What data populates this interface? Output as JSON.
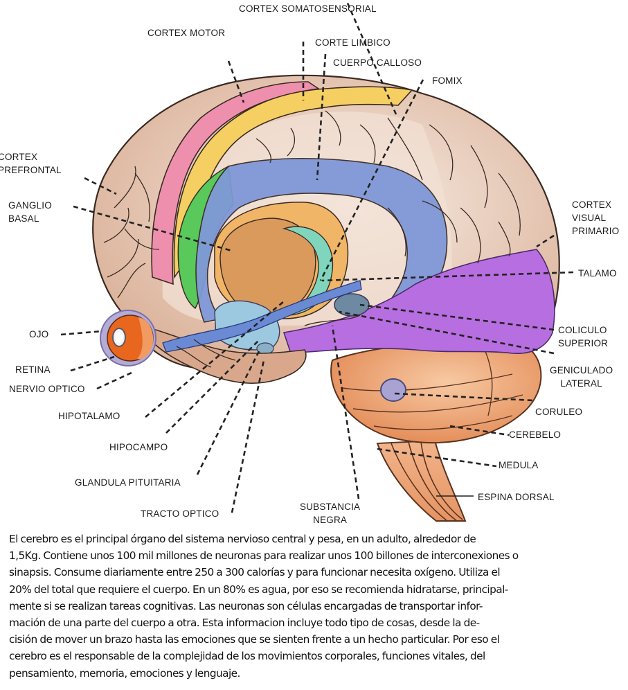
{
  "diagram": {
    "title": "CORTEX SOMATOSENSORIAL",
    "labels": {
      "cortex_motor": "CORTEX MOTOR",
      "corte_limbico": "CORTE LIMBICO",
      "cuerpo_calloso": "CUERPO CALLOSO",
      "fomix": "FOMIX",
      "cortex_prefrontal_1": "CORTEX",
      "cortex_prefrontal_2": "PREFRONTAL",
      "ganglio_basal_1": "GANGLIO",
      "ganglio_basal_2": "BASAL",
      "cortex_visual_1": "CORTEX",
      "cortex_visual_2": "VISUAL",
      "cortex_visual_3": "PRIMARIO",
      "talamo": "TALAMO",
      "ojo": "OJO",
      "coliculo_1": "COLICULO",
      "coliculo_2": "SUPERIOR",
      "retina": "RETINA",
      "geniculado_1": "GENICULADO",
      "geniculado_2": "LATERAL",
      "nervio_optico": "NERVIO OPTICO",
      "hipotalamo": "HIPOTALAMO",
      "coruleo": "CORULEO",
      "cerebelo": "CEREBELO",
      "hipocampo": "HIPOCAMPO",
      "medula": "MEDULA",
      "glandula_pituitaria": "GLANDULA PITUITARIA",
      "espina_dorsal": "ESPINA DORSAL",
      "substancia_1": "SUBSTANCIA",
      "substancia_2": "NEGRA",
      "tracto_optico": "TRACTO OPTICO"
    },
    "colors": {
      "cortex": "#e9c9b4",
      "cortex_inner": "#f1ddd0",
      "motor_pink": "#ef8fae",
      "limbic_yellow": "#f5cf62",
      "green": "#58c95a",
      "corpus_callosum_blue": "#7f98d8",
      "basal_orange": "#f1b567",
      "thalamus_brown": "#d99a5c",
      "teal": "#7fd6bd",
      "visual_purple": "#b76ee0",
      "cerebellum_orange": "#f0a879",
      "eye_orange": "#e8661d",
      "hypothalamus_lightblue": "#9cc8e0",
      "outline": "#3a2a22",
      "dash": "#222222"
    }
  },
  "caption": {
    "lines": [
      "El cerebro es el principal órgano del sistema nervioso central y pesa, en un adulto, alrededor de",
      "1,5Kg. Contiene unos 100 mil millones de neuronas para realizar unos 100 billones de interconexiones o",
      "sinapsis. Consume diariamente entre 250 a 300 calorías y para funcionar necesita oxígeno. Utiliza el",
      "20% del total que requiere el cuerpo. En un 80% es agua, por eso se recomienda hidratarse, principal-",
      "mente si se realizan tareas cognitivas. Las neuronas son células encargadas de transportar infor-",
      "mación de una parte del cuerpo a otra. Esta informacion incluye todo tipo de cosas, desde la de-",
      "cisión de mover un brazo hasta las emociones que se sienten frente a un hecho particular. Por eso el",
      "cerebro es el responsable de la complejidad de los movimientos corporales, funciones vitales, del",
      "pensamiento, memoria, emociones y lenguaje."
    ]
  }
}
